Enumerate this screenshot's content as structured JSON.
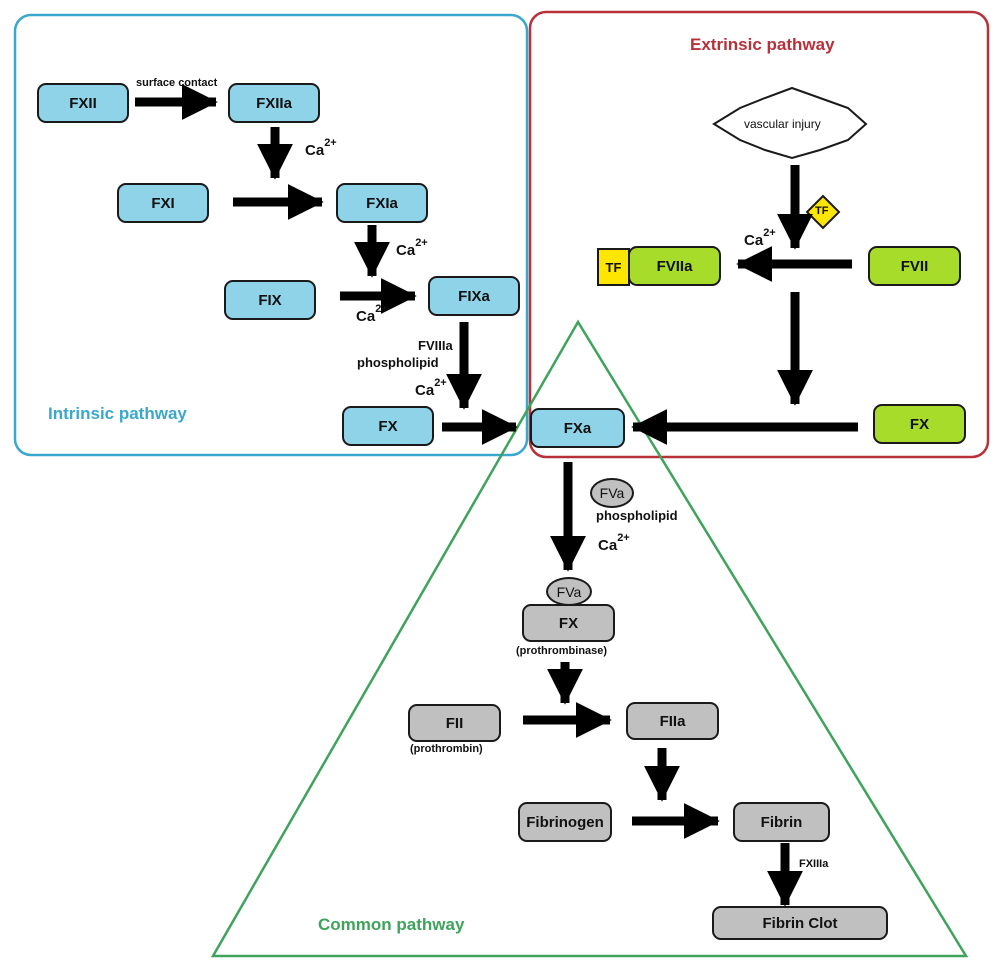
{
  "regions": {
    "intrinsic": {
      "title": "Intrinsic pathway",
      "color": "#3aa8cc"
    },
    "extrinsic": {
      "title": "Extrinsic pathway",
      "color": "#b8303a"
    },
    "common": {
      "title": "Common pathway",
      "color": "#3fa35c"
    }
  },
  "intrinsic": {
    "fxii": "FXII",
    "fxiia": "FXIIa",
    "fxi": "FXI",
    "fxia": "FXIa",
    "fix": "FIX",
    "fixa": "FIXa",
    "fx": "FX",
    "surface_contact": "surface contact",
    "ca_label": "Ca",
    "ca_charge": "2+",
    "fviiia": "FVIIIa",
    "phospholipid": "phospholipid"
  },
  "extrinsic": {
    "vascular_injury": "vascular injury",
    "tf": "TF",
    "fviia": "FVIIa",
    "fvii": "FVII",
    "fx": "FX",
    "ca_label": "Ca",
    "ca_charge": "2+"
  },
  "common": {
    "fxa": "FXa",
    "fva": "FVa",
    "phospholipid": "phospholipid",
    "ca_label": "Ca",
    "ca_charge": "2+",
    "fx_complex": "FX",
    "prothrombinase": "(prothrombinase)",
    "fii": "FII",
    "prothrombin": "(prothrombin)",
    "fiia": "FIIa",
    "fibrinogen": "Fibrinogen",
    "fibrin": "Fibrin",
    "fxiiia": "FXIIIa",
    "fibrin_clot": "Fibrin Clot"
  },
  "colors": {
    "intrinsic_factor": "#8fd3e8",
    "extrinsic_factor": "#a8dc2a",
    "common_factor": "#c0c0c0",
    "tissue_factor": "#ffe600"
  }
}
